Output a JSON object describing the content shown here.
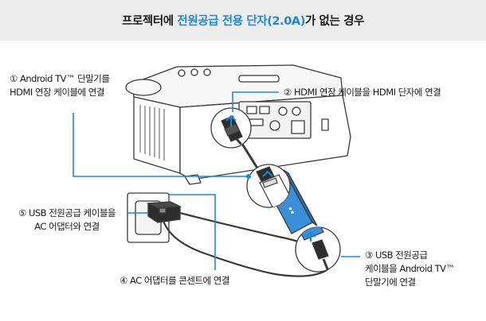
{
  "title": {
    "part1": "프로젝터에 ",
    "highlight": "전원공급 전용 단자(2.0A)",
    "part2": "가 없는 경우"
  },
  "steps": [
    {
      "line1": "① Android TV™ 단말기를",
      "line2": "HDMI 연장 케이블에 연결"
    },
    {
      "line1": "② HDMI 연장 케이블을 HDMI 단자에 연결"
    },
    {
      "line1": "③ USB 전원공급",
      "line2": "케이블을 Android TV™",
      "line3": "단말기에 연결"
    },
    {
      "line1": "④ AC 어댑터를 콘센트에 연결"
    },
    {
      "line1": "⑤ USB 전원공급 케이블을",
      "line2": "AC 어댑터와 연결"
    }
  ],
  "colors": {
    "accent": "#1e88d6",
    "leader_line": "#1e88d6",
    "header_bg": "#ececec",
    "outline": "#3a3a3a"
  }
}
